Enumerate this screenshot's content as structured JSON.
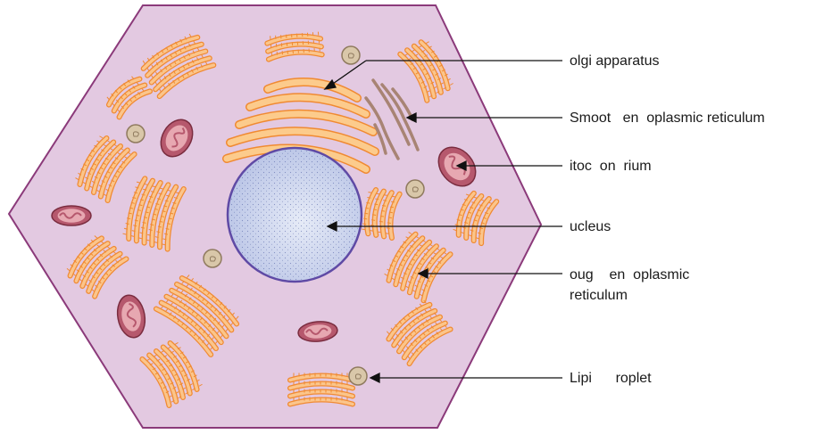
{
  "labels": {
    "golgi": "olgi apparatus",
    "smooth_er": "Smoot   en  oplasmic reticulum",
    "mito": "itoc  on  rium",
    "nucleus": "ucleus",
    "rough_er_line1": "oug    en  oplasmic",
    "rough_er_line2": "reticulum",
    "lipid": "Lipi      roplet"
  },
  "colors": {
    "cytoplasm": "#e3c9e1",
    "cell_border": "#8b3a7a",
    "nucleus_fill": "#c9d2ec",
    "nucleus_border": "#5f4aa5",
    "er_fill": "#fbc58b",
    "er_stroke": "#f08a32",
    "golgi_fill": "#fccb8c",
    "smooth_er": "#a88474",
    "mito_outer": "#b6586d",
    "mito_inner": "#e7a8b1",
    "lipid_fill": "#d9c7a9",
    "lipid_stroke": "#8f7a5e",
    "leader": "#111111"
  }
}
